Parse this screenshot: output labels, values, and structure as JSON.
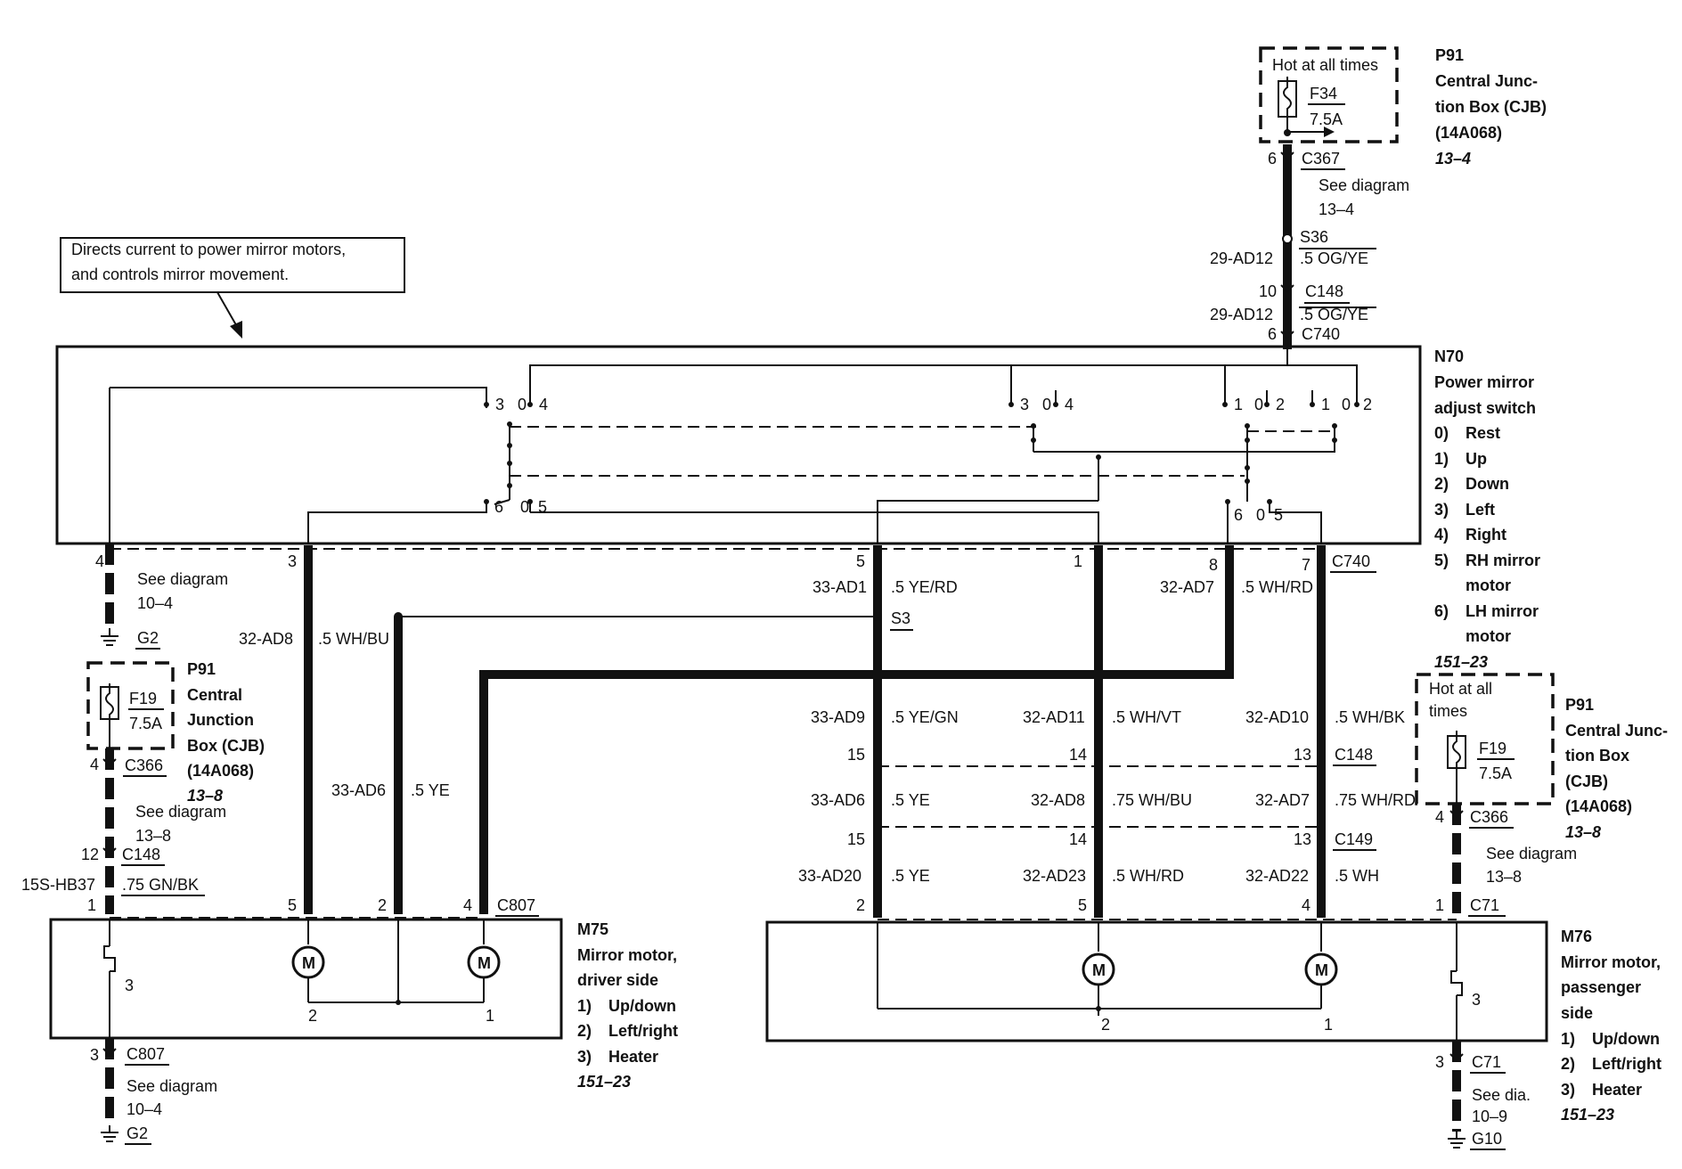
{
  "note": "Directs current to power mirror motors, and controls mirror movement.",
  "cjb_top": {
    "hot": "Hot at all times",
    "fuse": "F34",
    "amp": "7.5A",
    "title": [
      "P91",
      "Central Junc-",
      "tion Box (CJB)",
      "(14A068)"
    ],
    "ref": "13–4",
    "pin": "6",
    "conn": "C367",
    "see": [
      "See diagram",
      "13–4"
    ],
    "splice": "S36",
    "circuit": "29-AD12",
    "wire": ".5 OG/YE",
    "c148_pin": "10",
    "c148": "C148",
    "circuit2": "29-AD12",
    "wire2": ".5 OG/YE",
    "c740_pin": "6",
    "c740": "C740"
  },
  "switch": {
    "title": "N70",
    "lines": [
      "Power mirror",
      "adjust switch"
    ],
    "legend": [
      {
        "num": "0)",
        "label": "Rest"
      },
      {
        "num": "1)",
        "label": "Up"
      },
      {
        "num": "2)",
        "label": "Down"
      },
      {
        "num": "3)",
        "label": "Left"
      },
      {
        "num": "4)",
        "label": "Right"
      },
      {
        "num": "5)",
        "label": "RH mirror"
      },
      {
        "num": "",
        "label": "motor"
      },
      {
        "num": "6)",
        "label": "LH mirror"
      },
      {
        "num": "",
        "label": "motor"
      }
    ],
    "ref": "151–23",
    "contacts": [
      "3",
      "0",
      "4",
      "3",
      "0",
      "4",
      "1",
      "0",
      "2",
      "1",
      "0",
      "2",
      "6",
      "0",
      "5",
      "6",
      "0",
      "5"
    ]
  },
  "pins": {
    "p4": "4",
    "p3": "3",
    "p5": "5",
    "p1": "1",
    "p8": "8",
    "p7": "7",
    "c740": "C740"
  },
  "left_ground": {
    "see": [
      "See diagram",
      "10–4"
    ],
    "ground": "G2"
  },
  "cjb_left": {
    "fuse": "F19",
    "amp": "7.5A",
    "title": [
      "P91",
      "Central",
      "Junction",
      "Box (CJB)",
      "(14A068)"
    ],
    "ref": "13–8",
    "pin": "4",
    "conn": "C366",
    "see": [
      "See diagram",
      "13–8"
    ],
    "c148_pin": "12",
    "c148": "C148",
    "circuit": "15S-HB37",
    "wire": ".75 GN/BK",
    "m_pin": "1"
  },
  "wires_left": {
    "ad8": "32-AD8",
    "ad8_wire": ".5 WH/BU",
    "ad6": "33-AD6",
    "ad6_wire": ".5 YE",
    "pin5": "5",
    "pin2": "2",
    "pin4": "4",
    "c807": "C807"
  },
  "wires_right": {
    "ad1": "33-AD1",
    "ad1_wire": ".5 YE/RD",
    "s3": "S3",
    "ad7": "32-AD7",
    "ad7_wire": ".5 WH/RD",
    "row1": [
      {
        "circuit": "33-AD9",
        "wire": ".5 YE/GN"
      },
      {
        "circuit": "32-AD11",
        "wire": ".5 WH/VT"
      },
      {
        "circuit": "32-AD10",
        "wire": ".5 WH/BK"
      }
    ],
    "row1_pins": [
      "15",
      "14",
      "13"
    ],
    "row1_conn": "C148",
    "row2": [
      {
        "circuit": "33-AD6",
        "wire": ".5 YE"
      },
      {
        "circuit": "32-AD8",
        "wire": ".75 WH/BU"
      },
      {
        "circuit": "32-AD7",
        "wire": ".75 WH/RD"
      }
    ],
    "row2_pins": [
      "15",
      "14",
      "13"
    ],
    "row2_conn": "C149",
    "row3": [
      {
        "circuit": "33-AD20",
        "wire": ".5 YE"
      },
      {
        "circuit": "32-AD23",
        "wire": ".5 WH/RD"
      },
      {
        "circuit": "32-AD22",
        "wire": ".5 WH"
      }
    ],
    "row3_pins": [
      "2",
      "5",
      "4"
    ]
  },
  "cjb_right": {
    "hot": [
      "Hot at all",
      "times"
    ],
    "fuse": "F19",
    "amp": "7.5A",
    "title": [
      "P91",
      "Central Junc-",
      "tion Box",
      "(CJB)",
      "(14A068)"
    ],
    "ref": "13–8",
    "pin": "4",
    "conn": "C366",
    "see": [
      "See diagram",
      "13–8"
    ],
    "m_pin": "1",
    "m_conn": "C71"
  },
  "m75": {
    "title": "M75",
    "lines": [
      "Mirror motor,",
      "driver side"
    ],
    "legend": [
      {
        "num": "1)",
        "label": "Up/down"
      },
      {
        "num": "2)",
        "label": "Left/right"
      },
      {
        "num": "3)",
        "label": "Heater"
      }
    ],
    "ref": "151–23",
    "heater_pin": "3",
    "motor_pin2": "2",
    "motor_pin1": "1",
    "motor": "M",
    "out_pin": "3",
    "out_conn": "C807",
    "see": [
      "See diagram",
      "10–4"
    ],
    "ground": "G2"
  },
  "m76": {
    "title": "M76",
    "lines": [
      "Mirror motor,",
      "passenger",
      "side"
    ],
    "legend": [
      {
        "num": "1)",
        "label": "Up/down"
      },
      {
        "num": "2)",
        "label": "Left/right"
      },
      {
        "num": "3)",
        "label": "Heater"
      }
    ],
    "ref": "151–23",
    "heater_pin": "3",
    "motor_pin2": "2",
    "motor_pin1": "1",
    "motor": "M",
    "out_pin": "3",
    "out_conn": "C71",
    "see": [
      "See dia.",
      "10–9"
    ],
    "ground": "G10"
  }
}
